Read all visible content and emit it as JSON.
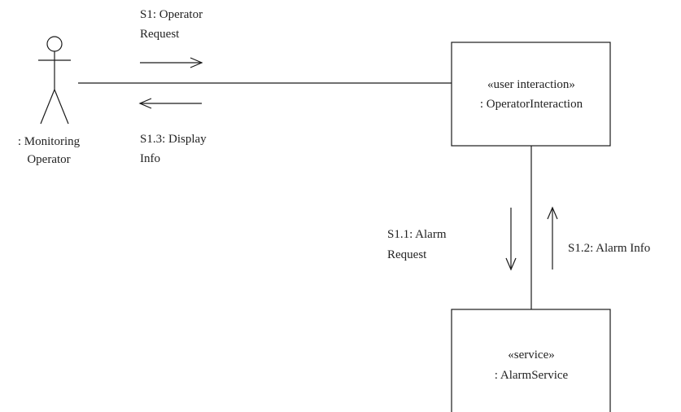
{
  "actor": {
    "label_line1": ": Monitoring",
    "label_line2": "Operator"
  },
  "objects": {
    "operator_interaction": {
      "stereotype": "«user interaction»",
      "name": ": OperatorInteraction"
    },
    "alarm_service": {
      "stereotype": "«service»",
      "name": ": AlarmService"
    }
  },
  "messages": {
    "s1": {
      "line1": "S1: Operator",
      "line2": "Request"
    },
    "s1_3": {
      "line1": "S1.3: Display",
      "line2": "Info"
    },
    "s1_1": {
      "line1": "S1.1: Alarm",
      "line2": "Request"
    },
    "s1_2": {
      "line1": "S1.2: Alarm Info"
    }
  }
}
